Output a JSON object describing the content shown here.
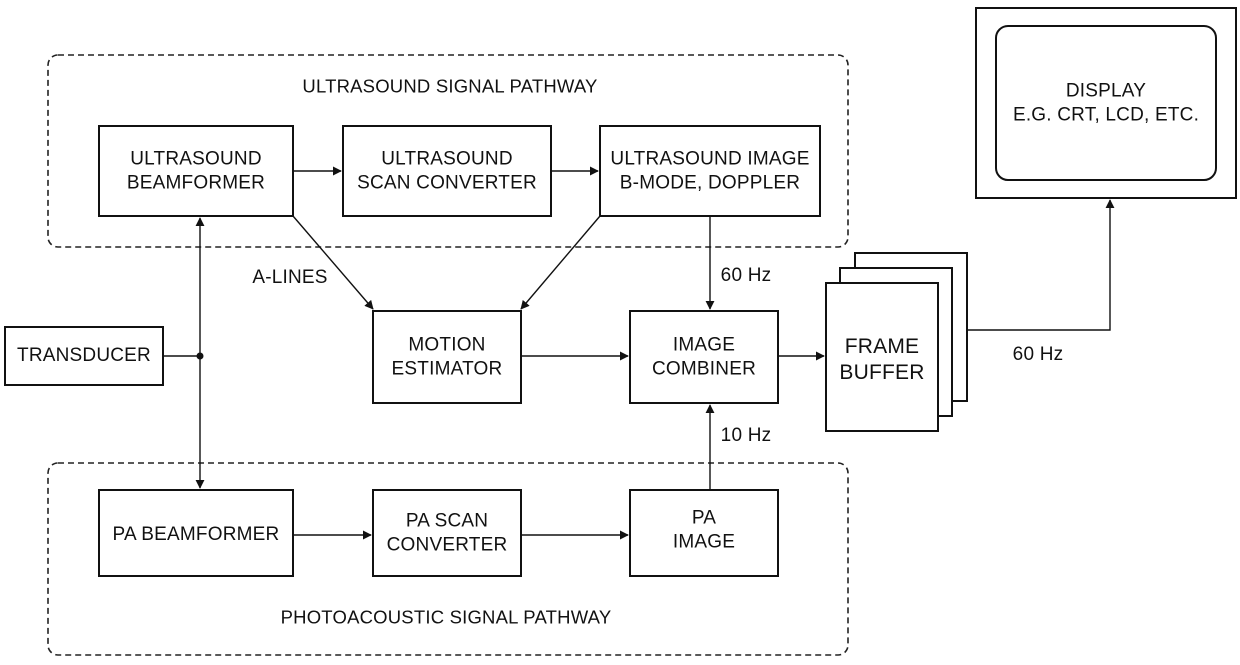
{
  "groups": {
    "ultrasound": "ULTRASOUND SIGNAL PATHWAY",
    "photoacoustic": "PHOTOACOUSTIC SIGNAL PATHWAY"
  },
  "blocks": {
    "us_beamformer": [
      "ULTRASOUND",
      "BEAMFORMER"
    ],
    "us_scan_converter": [
      "ULTRASOUND",
      "SCAN CONVERTER"
    ],
    "us_image": [
      "ULTRASOUND IMAGE",
      "B-MODE, DOPPLER"
    ],
    "transducer": [
      "TRANSDUCER"
    ],
    "motion_estimator": [
      "MOTION",
      "ESTIMATOR"
    ],
    "image_combiner": [
      "IMAGE",
      "COMBINER"
    ],
    "frame_buffer": [
      "FRAME",
      "BUFFER"
    ],
    "display": [
      "DISPLAY",
      "E.G. CRT, LCD, ETC."
    ],
    "pa_beamformer": [
      "PA BEAMFORMER"
    ],
    "pa_scan_converter": [
      "PA SCAN",
      "CONVERTER"
    ],
    "pa_image": [
      "PA",
      "IMAGE"
    ]
  },
  "annotations": {
    "a_lines": "A-LINES",
    "us_rate": "60 Hz",
    "pa_rate": "10 Hz",
    "display_rate": "60 Hz"
  }
}
